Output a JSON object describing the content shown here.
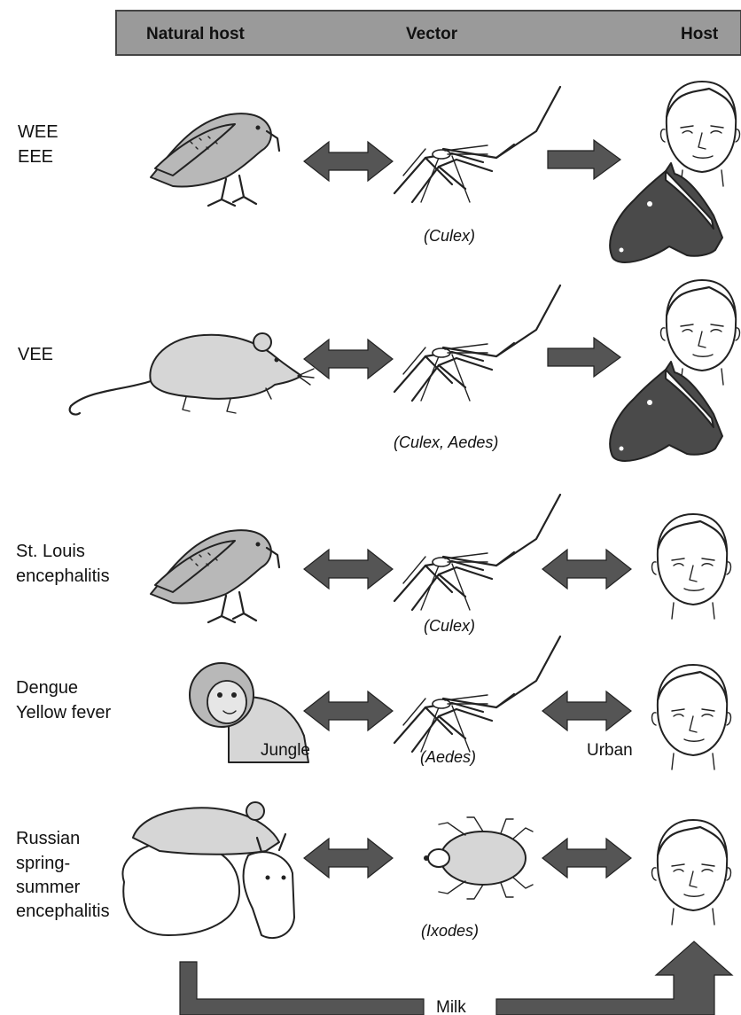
{
  "header": {
    "col_natural_host": "Natural host",
    "col_vector": "Vector",
    "col_host": "Host"
  },
  "rows": [
    {
      "disease": [
        "WEE",
        "EEE"
      ],
      "vector": "(Culex)",
      "host_icons": [
        "human-face-icon",
        "horse-head-icon"
      ],
      "host_arrow": "one-way"
    },
    {
      "disease": [
        "VEE"
      ],
      "vector": "(Culex, Aedes)",
      "host_icons": [
        "human-face-icon",
        "horse-head-icon"
      ],
      "host_arrow": "one-way"
    },
    {
      "disease": [
        "St. Louis",
        "encephalitis"
      ],
      "vector": "(Culex)",
      "host_icons": [
        "human-face-icon"
      ],
      "host_arrow": "two-way"
    },
    {
      "disease": [
        "Dengue",
        "Yellow fever"
      ],
      "vector": "(Aedes)",
      "left_label": "Jungle",
      "right_label": "Urban",
      "host_icons": [
        "human-face-icon"
      ],
      "host_arrow": "two-way"
    },
    {
      "disease": [
        "Russian",
        "spring-",
        "summer",
        "encephalitis"
      ],
      "vector": "(Ixodes)",
      "host_icons": [
        "human-face-icon"
      ],
      "host_arrow": "two-way"
    }
  ],
  "milk_label": "Milk",
  "colors": {
    "header_bar": "#9a9a9a",
    "arrow_fill": "#555555",
    "ink": "#222222"
  }
}
